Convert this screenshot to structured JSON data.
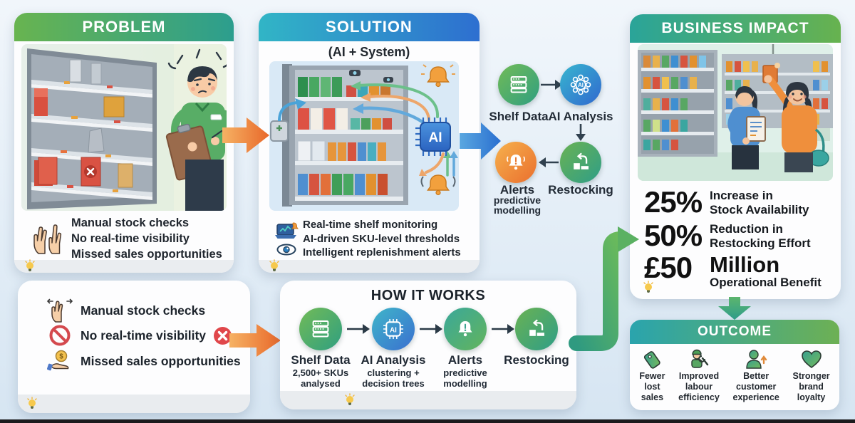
{
  "colors": {
    "problem_header_from": "#68b450",
    "problem_header_to": "#2c9e8e",
    "solution_header_from": "#31b5c6",
    "solution_header_to": "#2e6fd0",
    "impact_header_from": "#2aa499",
    "impact_header_to": "#67b24f",
    "outcome_header_from": "#2aa4ad",
    "outcome_header_to": "#6db054",
    "orange_arrow": "#ec7a2f",
    "blue_arrow": "#2f76d2",
    "green_arrow": "#4fae7a",
    "dark_text": "#1d2733"
  },
  "problem": {
    "title": "PROBLEM",
    "bullets": [
      "Manual stock checks",
      "No real-time visibility",
      "Missed sales opportunities"
    ]
  },
  "solution": {
    "title": "SOLUTION",
    "subtitle": "(AI + System)",
    "chip_label": "AI",
    "bullets": [
      "Real-time shelf monitoring",
      "AI-driven SKU-level thresholds",
      "Intelligent replenishment alerts"
    ]
  },
  "flow": {
    "shelf_data": "Shelf Data",
    "ai_analysis": "AI Analysis",
    "alerts": "Alerts",
    "alerts_sub1": "predictive",
    "alerts_sub2": "modelling",
    "restocking": "Restocking",
    "chip_label": "AI"
  },
  "impact": {
    "title": "BUSINESS IMPACT",
    "stats": [
      {
        "value": "25%",
        "line1": "Increase in",
        "line2": "Stock Availability"
      },
      {
        "value": "50%",
        "line1": "Reduction in",
        "line2": "Restocking Effort"
      },
      {
        "value": "£50",
        "line1": "Million",
        "line2": "Operational Benefit"
      }
    ]
  },
  "outcome": {
    "title": "OUTCOME",
    "items": [
      {
        "icon": "price-tag-icon",
        "line1": "Fewer",
        "line2": "lost",
        "line3": "sales"
      },
      {
        "icon": "technician-icon",
        "line1": "Improved",
        "line2": "labour",
        "line3": "efficiency"
      },
      {
        "icon": "customer-up-icon",
        "line1": "Better",
        "line2": "customer",
        "line3": "experience"
      },
      {
        "icon": "heart-icon",
        "line1": "Stronger",
        "line2": "brand",
        "line3": "loyalty"
      }
    ]
  },
  "pain_points": {
    "coin_symbol": "$",
    "items": [
      {
        "icon": "swipe-hand-icon",
        "label": "Manual stock checks"
      },
      {
        "icon": "no-entry-icon",
        "label": "No real-time visibility"
      },
      {
        "icon": "coin-hand-icon",
        "label": "Missed sales opportunities"
      }
    ]
  },
  "how_it_works": {
    "title": "HOW IT WORKS",
    "chip_label": "AI",
    "steps": [
      {
        "label": "Shelf Data",
        "sub1": "2,500+ SKUs",
        "sub2": "analysed"
      },
      {
        "label": "AI Analysis",
        "sub1": "clustering +",
        "sub2": "decision trees"
      },
      {
        "label": "Alerts",
        "sub1": "predictive",
        "sub2": "modelling"
      },
      {
        "label": "Restocking",
        "sub1": "",
        "sub2": ""
      }
    ]
  }
}
